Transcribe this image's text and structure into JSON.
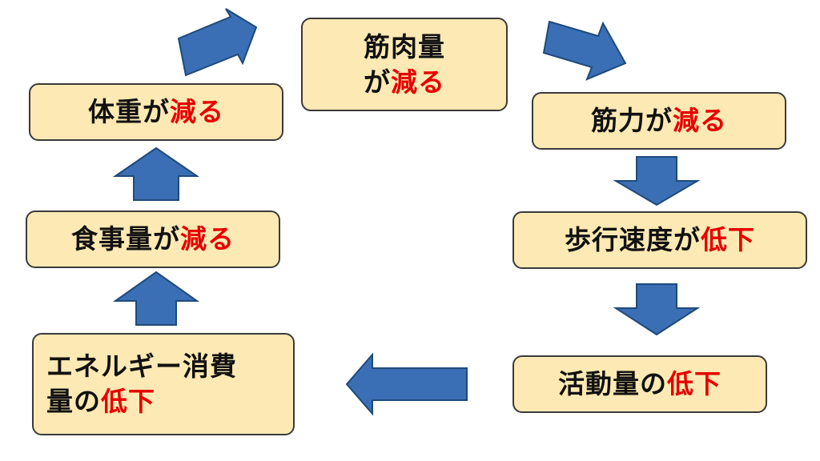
{
  "colors": {
    "box_fill": "#FDE9B3",
    "box_border": "#3a3a3a",
    "arrow_fill": "#3A6FB5",
    "arrow_stroke": "#1F4A7A",
    "highlight_text": "#E60000"
  },
  "nodes": {
    "muscle_mass": {
      "line1": "筋肉量",
      "line2_prefix": "が",
      "line2_hl": "減る"
    },
    "muscle_strength": {
      "prefix": "筋力が",
      "hl": "減る"
    },
    "walking_speed": {
      "prefix": "歩行速度が",
      "hl": "低下"
    },
    "activity": {
      "prefix": "活動量の",
      "hl": "低下"
    },
    "energy": {
      "line1": "エネルギー消費",
      "line2_prefix": "量の",
      "line2_hl": "低下"
    },
    "food_intake": {
      "prefix": "食事量が",
      "hl": "減る"
    },
    "body_weight": {
      "prefix": "体重が",
      "hl": "減る"
    }
  },
  "arrows": [
    "up",
    "up",
    "up-right",
    "down-right",
    "down",
    "down",
    "left"
  ]
}
